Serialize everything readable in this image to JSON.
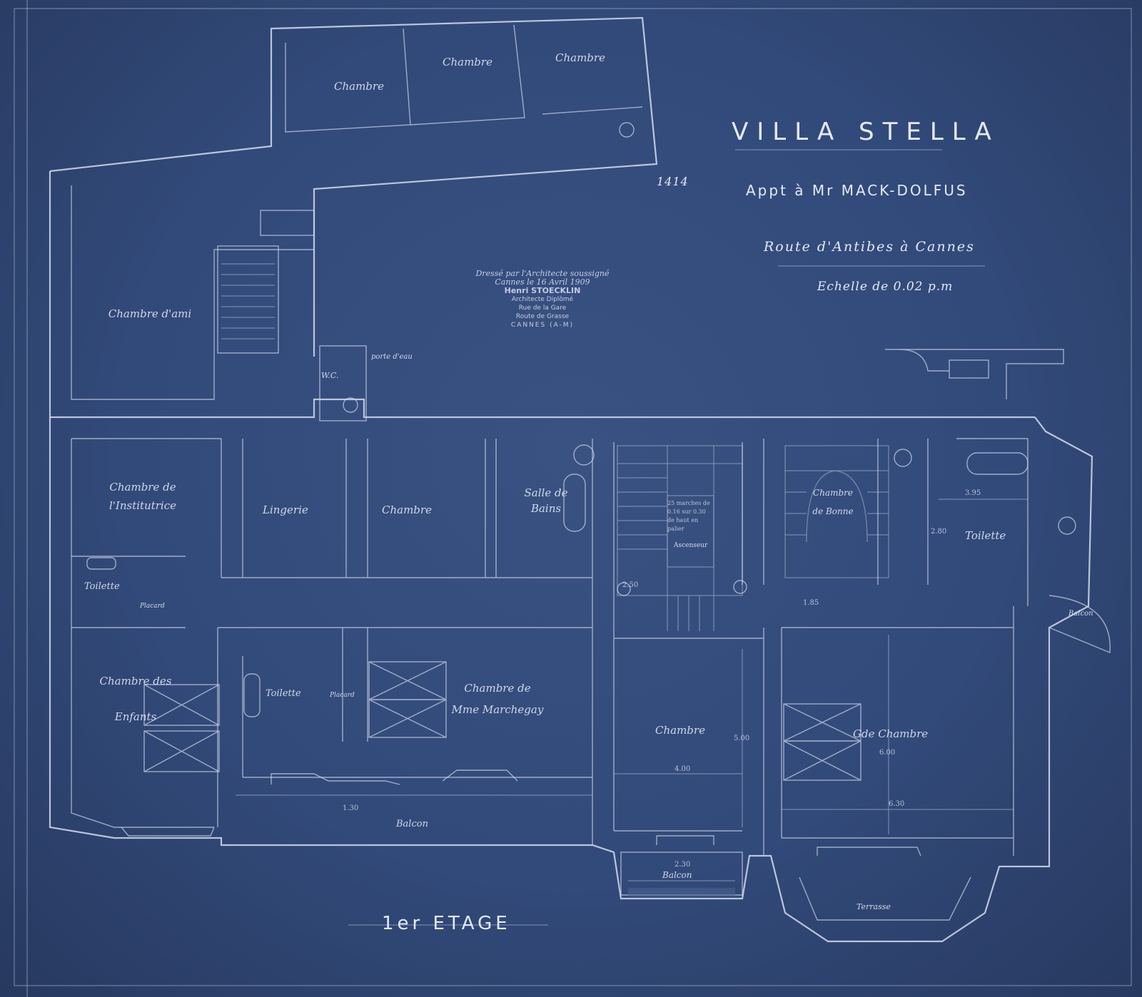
{
  "header": {
    "title": "VILLA STELLA",
    "subtitle": "Appt à Mr MACK-DOLFUS",
    "address": "Route d'Antibes à Cannes",
    "scale": "Echelle de 0.02 p.m",
    "sheet_number": "1414",
    "floor": "1er ETAGE"
  },
  "stamp": {
    "line1": "Dressé par l'Architecte soussigné",
    "line2": "Cannes le 16 Avril 1909",
    "name": "Henri STOECKLIN",
    "role": "Architecte Diplômé",
    "line5": "Rue de la Gare",
    "line6": "Route de Grasse",
    "city": "CANNES (A-M)"
  },
  "rooms": [
    {
      "label": "Chambre"
    },
    {
      "label": "Chambre"
    },
    {
      "label": "Chambre"
    },
    {
      "label": "Chambre d'ami"
    },
    {
      "label": "Chambre de l'Institutrice"
    },
    {
      "label": "Lingerie"
    },
    {
      "label": "Chambre"
    },
    {
      "label": "Salle de Bains"
    },
    {
      "label": "Toilette"
    },
    {
      "label": "Chambre des Enfants"
    },
    {
      "label": "Toilette"
    },
    {
      "label": "Chambre de Mme Marchegay"
    },
    {
      "label": "Balcon"
    },
    {
      "label": "Chambre"
    },
    {
      "label": "Gde Chambre"
    },
    {
      "label": "Chambre de Bonne"
    },
    {
      "label": "Toilette"
    },
    {
      "label": "Balcon"
    },
    {
      "label": "Balcon"
    },
    {
      "label": "Terrasse"
    },
    {
      "label": "W.C."
    },
    {
      "label": "porte d'eau"
    },
    {
      "label": "Ascenseur"
    },
    {
      "label": "Placard"
    },
    {
      "label": "Placard"
    }
  ],
  "dimensions": {
    "d1": "3.95",
    "d2": "4.00",
    "d3": "5.00",
    "d4": "6.00",
    "d5": "6.30",
    "d6": "2.30",
    "d7": "1.30",
    "d8": "2.80",
    "d9": "1.85",
    "d10": "2.50"
  },
  "notes": {
    "stair_note": "25 marches de 0.16 sur 0.30 de haut en palier"
  }
}
